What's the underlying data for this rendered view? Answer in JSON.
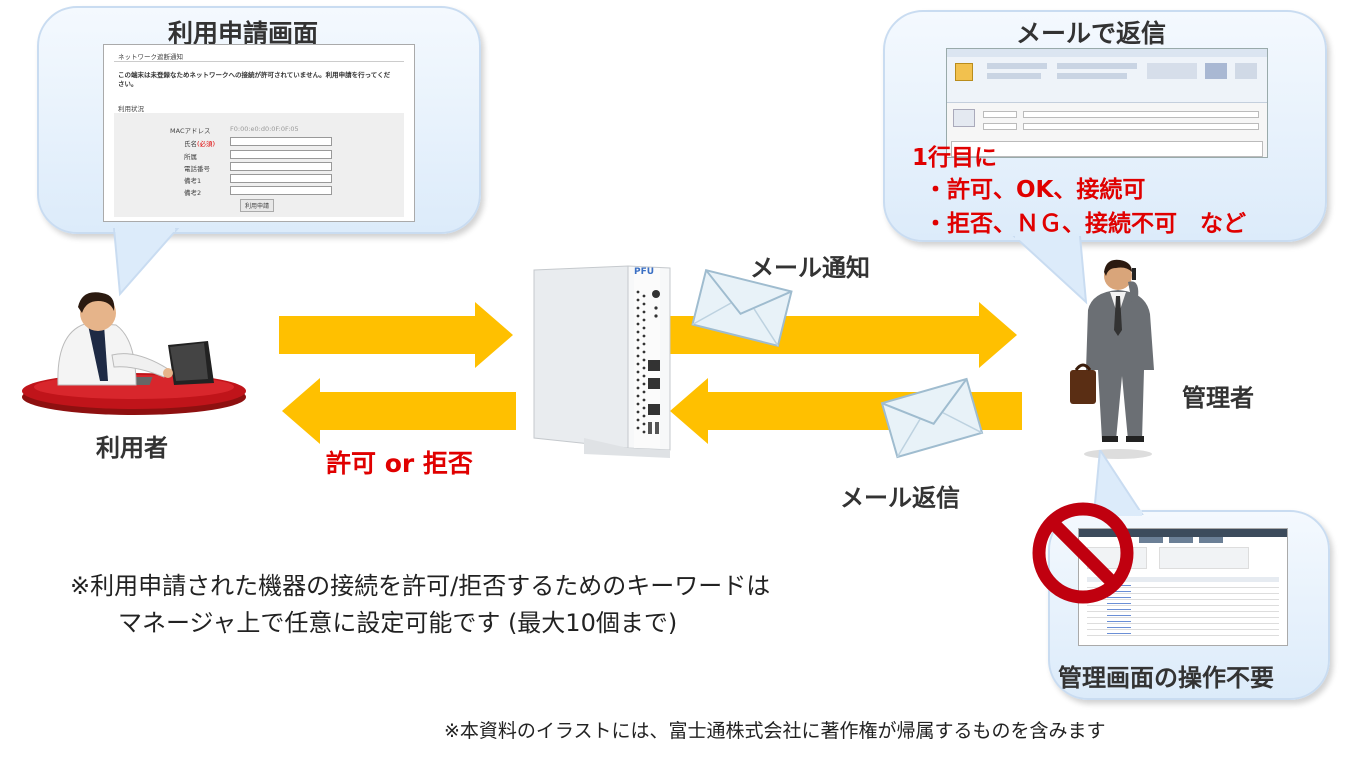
{
  "form_bubble": {
    "title": "利用申請画面",
    "header": "ネットワーク遮断通知",
    "message_line1": "この端末は未登録なためネットワークへの接続が許可されていません。利用申請を行ってくだ",
    "message_line2": "さい。",
    "section": "利用状況",
    "mac_label": "MACアドレス",
    "mac_value": "F0:00:e0:d0:0F:0F:05",
    "name_label": "氏名",
    "required_mark": "(必須)",
    "dept_label": "所属",
    "phone_label": "電話番号",
    "note1_label": "備考1",
    "note2_label": "備考2",
    "submit_label": "利用申請"
  },
  "mail_bubble": {
    "title": "メールで返信",
    "line1": "1行目に",
    "line2": "・許可、OK、接続可",
    "line3": "・拒否、ＮＧ、接続不可　など"
  },
  "admin_bubble": {
    "title": "管理画面の操作不要"
  },
  "labels": {
    "user": "利用者",
    "manager": "管理者",
    "mail_notify": "メール通知",
    "mail_reply": "メール返信",
    "result": "許可 or 拒否",
    "device_logo": "PFU"
  },
  "note": {
    "line1": "※利用申請された機器の接続を許可/拒否するためのキーワードは",
    "line2": "マネージャ上で任意に設定可能です (最大10個まで)"
  },
  "footer": "※本資料のイラストには、富士通株式会社に著作権が帰属するものを含みます",
  "colors": {
    "arrow": "#ffc000",
    "emphasis": "#e00000",
    "bubble": "#dcebfa"
  }
}
